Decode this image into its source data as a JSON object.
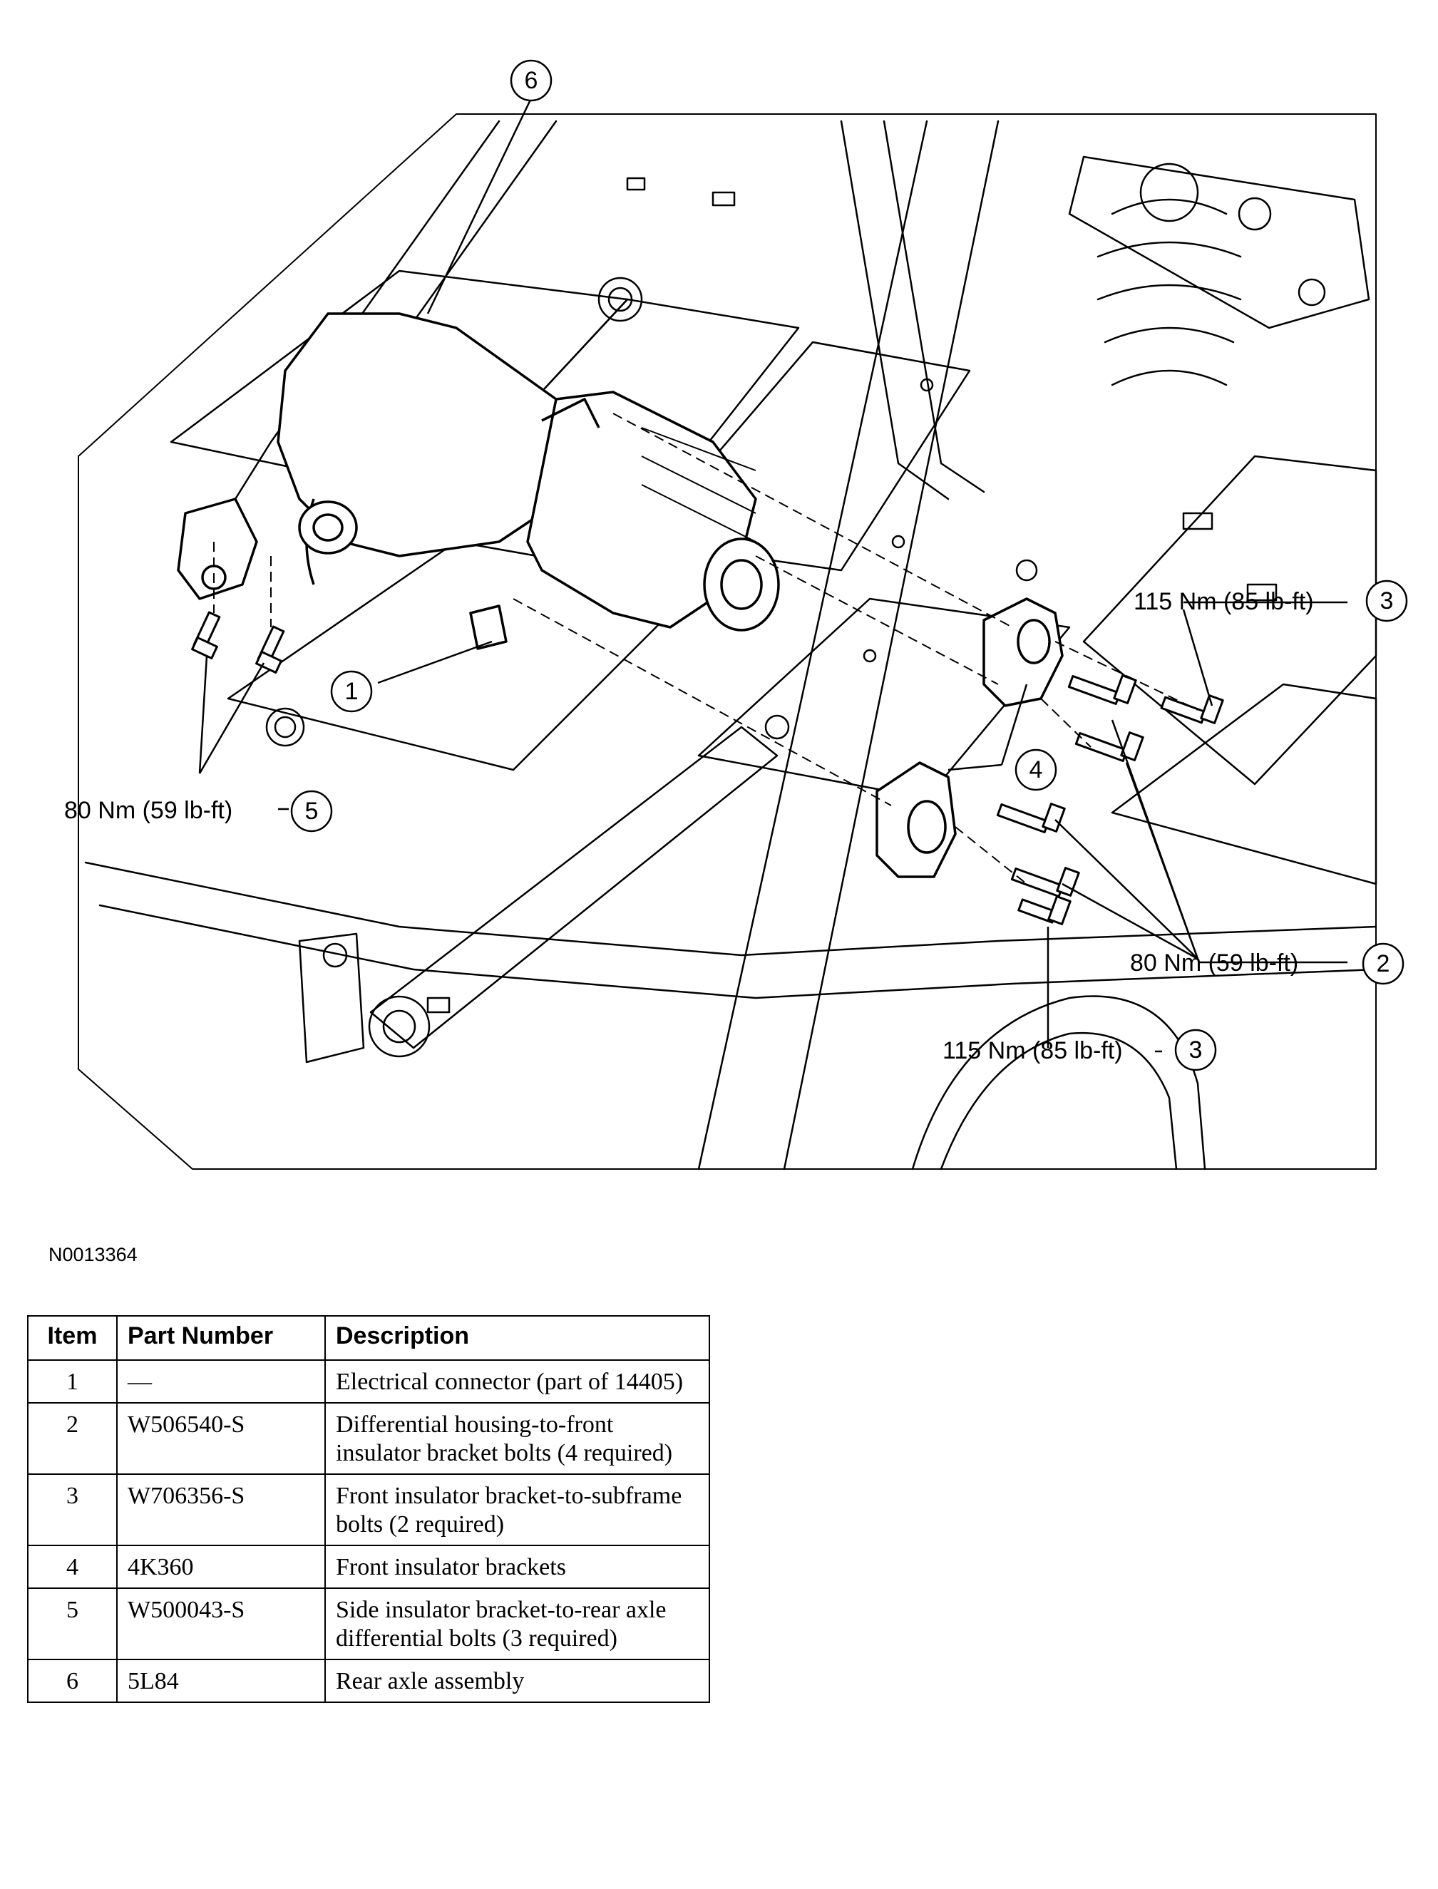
{
  "figure": {
    "id": "N0013364",
    "callouts": [
      {
        "num": "6",
        "label": ""
      },
      {
        "num": "1",
        "label": ""
      },
      {
        "num": "5",
        "label": "80 Nm (59 lb-ft)"
      },
      {
        "num": "4",
        "label": ""
      },
      {
        "num": "3",
        "label": "115 Nm (85 lb-ft)"
      },
      {
        "num": "2",
        "label": "80 Nm (59 lb-ft)"
      },
      {
        "num": "3",
        "label": "115 Nm (85 lb-ft)"
      }
    ]
  },
  "table": {
    "headers": [
      "Item",
      "Part Number",
      "Description"
    ],
    "rows": [
      {
        "item": "1",
        "part": "—",
        "desc": "Electrical connector (part of 14405)"
      },
      {
        "item": "2",
        "part": "W506540-S",
        "desc": "Differential housing-to-front insulator bracket bolts (4 required)"
      },
      {
        "item": "3",
        "part": "W706356-S",
        "desc": "Front insulator bracket-to-subframe bolts (2 required)"
      },
      {
        "item": "4",
        "part": "4K360",
        "desc": "Front insulator brackets"
      },
      {
        "item": "5",
        "part": "W500043-S",
        "desc": "Side insulator bracket-to-rear axle differential bolts (3 required)"
      },
      {
        "item": "6",
        "part": "5L84",
        "desc": "Rear axle assembly"
      }
    ]
  }
}
